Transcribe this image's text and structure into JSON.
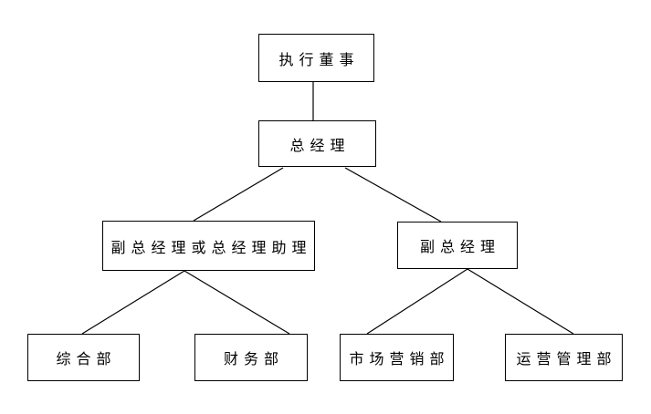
{
  "diagram": {
    "kind": "org-chart",
    "background_color": "#ffffff",
    "box_border_color": "#000000",
    "line_color": "#000000",
    "text_color": "#000000",
    "nodes": [
      {
        "id": "executive-director",
        "label": "执行董事",
        "level": 1,
        "reports_to": null
      },
      {
        "id": "general-manager",
        "label": "总经理",
        "level": 2,
        "reports_to": "executive-director"
      },
      {
        "id": "deputy-gm-or-gm-assistant",
        "label": "副总经理或总经理助理",
        "level": 3,
        "reports_to": "general-manager"
      },
      {
        "id": "deputy-gm",
        "label": "副总经理",
        "level": 3,
        "reports_to": "general-manager"
      },
      {
        "id": "general-dept",
        "label": "综合部",
        "level": 4,
        "reports_to": "deputy-gm-or-gm-assistant"
      },
      {
        "id": "finance-dept",
        "label": "财务部",
        "level": 4,
        "reports_to": "deputy-gm-or-gm-assistant"
      },
      {
        "id": "marketing-dept",
        "label": "市场营销部",
        "level": 4,
        "reports_to": "deputy-gm"
      },
      {
        "id": "operations-dept",
        "label": "运营管理部",
        "level": 4,
        "reports_to": "deputy-gm"
      }
    ]
  }
}
